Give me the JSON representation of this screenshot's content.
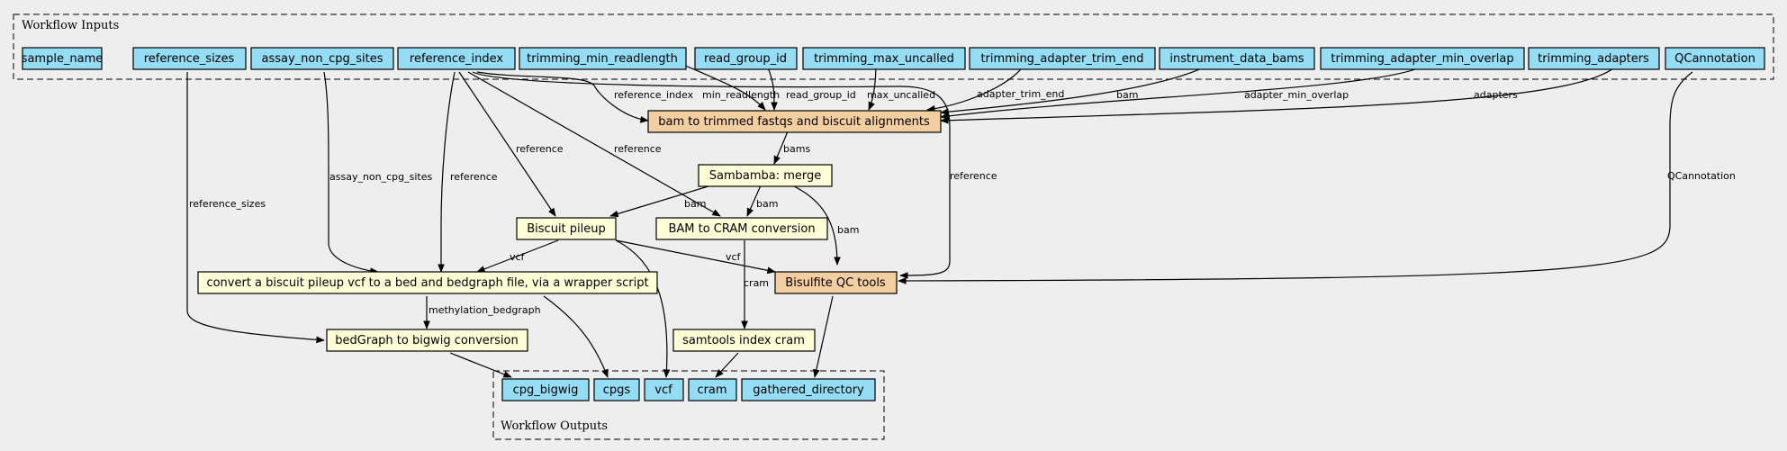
{
  "clusters": {
    "inputs": "Workflow Inputs",
    "outputs": "Workflow Outputs"
  },
  "colors": {
    "background": "#eeeeee",
    "io_node": "#94ddf4",
    "step_node": "#ffffd8",
    "subworkflow_node": "#f3cea1"
  },
  "nodes": {
    "in_sample_name": "sample_name",
    "in_reference_sizes": "reference_sizes",
    "in_assay_non_cpg_sites": "assay_non_cpg_sites",
    "in_reference_index": "reference_index",
    "in_trimming_min_readlength": "trimming_min_readlength",
    "in_read_group_id": "read_group_id",
    "in_trimming_max_uncalled": "trimming_max_uncalled",
    "in_trimming_adapter_trim_end": "trimming_adapter_trim_end",
    "in_instrument_data_bams": "instrument_data_bams",
    "in_trimming_adapter_min_overlap": "trimming_adapter_min_overlap",
    "in_trimming_adapters": "trimming_adapters",
    "in_qcannotation": "QCannotation",
    "st_bam_to_trimmed": "bam to trimmed fastqs and biscuit alignments",
    "st_sambamba": "Sambamba: merge",
    "st_biscuit_pileup": "Biscuit pileup",
    "st_bam_to_cram": "BAM to CRAM conversion",
    "st_bisulfite_qc": "Bisulfite QC tools",
    "st_convert_pileup": "convert a biscuit pileup vcf to a bed and bedgraph file, via a wrapper script",
    "st_samtools_index": "samtools index cram",
    "st_bedgraph_to_bigwig": "bedGraph to bigwig conversion",
    "out_cpg_bigwig": "cpg_bigwig",
    "out_cpgs": "cpgs",
    "out_vcf": "vcf",
    "out_cram": "cram",
    "out_gathered_directory": "gathered_directory"
  },
  "edge_labels": {
    "e_ref_sizes": "reference_sizes",
    "e_assay": "assay_non_cpg_sites",
    "e_ref_to_convert": "reference",
    "e_ref_to_pileup": "reference",
    "e_ref_to_cram": "reference",
    "e_ref_to_qc": "reference",
    "e_ref_to_trim": "reference_index",
    "e_minlen": "min_readlength",
    "e_rgid": "read_group_id",
    "e_maxunc": "max_uncalled",
    "e_trimend": "adapter_trim_end",
    "e_bam_in": "bam",
    "e_minoverlap": "adapter_min_overlap",
    "e_adapters": "adapters",
    "e_qcann": "QCannotation",
    "e_bams": "bams",
    "e_bam_pileup": "bam",
    "e_bam_cram": "bam",
    "e_bam_qc": "bam",
    "e_vcf_convert": "vcf",
    "e_vcf_qc": "vcf",
    "e_cram": "cram",
    "e_methylation": "methylation_bedgraph"
  }
}
